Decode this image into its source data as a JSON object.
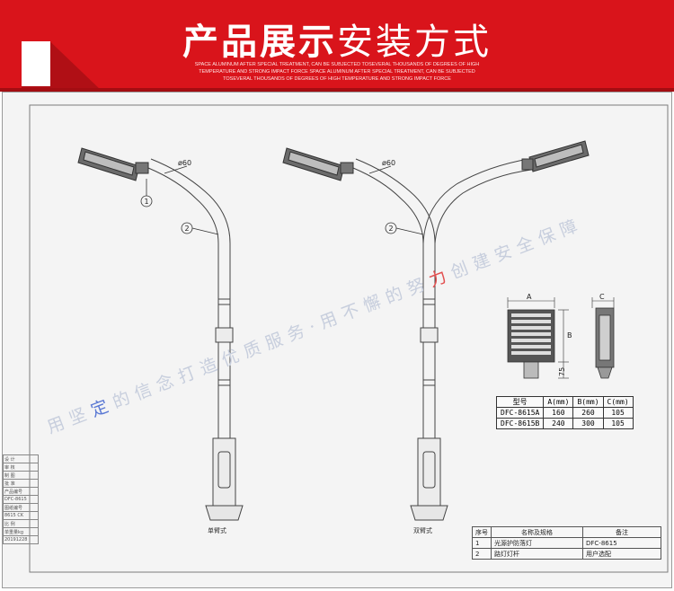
{
  "banner": {
    "title_bold": "产品展示",
    "title_light": "安装方式",
    "subtitle_lines": [
      "SPACE ALUMINUM AFTER SPECIAL TREATMENT, CAN BE SUBJECTED TOSEVERAL THOUSANDS OF DEGREES OF HIGH",
      "TEMPERATURE AND STRONG IMPACT FORCE SPACE ALUMINUM AFTER SPECIAL TREATMENT, CAN BE SUBJECTED",
      "TOSEVERAL THOUSANDS OF DEGREES OF HIGH TEMPERATURE AND STRONG IMPACT FORCE"
    ],
    "color": "#d9141b"
  },
  "drawing": {
    "left_pole": {
      "diameter": "ø60",
      "callouts": [
        "1",
        "2"
      ],
      "caption": "单臂式"
    },
    "right_pole": {
      "diameter": "ø60",
      "callouts": [
        "2"
      ],
      "caption": "双臂式"
    },
    "dims": {
      "a": "A",
      "b": "B",
      "c": "C",
      "h": "75"
    }
  },
  "watermark": {
    "p1": "用坚",
    "hl1": "定",
    "p2": "的信念打造优质服务·用不懈的努",
    "hl2": "力",
    "p3": "创建安全保障"
  },
  "spec_table": {
    "headers": [
      "型号",
      "A(mm)",
      "B(mm)",
      "C(mm)"
    ],
    "rows": [
      [
        "DFC-8615A",
        "160",
        "260",
        "105"
      ],
      [
        "DFC-8615B",
        "240",
        "300",
        "105"
      ]
    ]
  },
  "title_block": {
    "rows": [
      "设 计",
      "审 核",
      "制 图",
      "批 准",
      "产品编号",
      "DFC-8615",
      "图纸编号",
      "8615 CK",
      "比 例",
      "单重量kg",
      "20191228"
    ]
  },
  "parts_table": {
    "headers": [
      "序号",
      "名称及规格",
      "备注"
    ],
    "rows": [
      [
        "1",
        "光源护防落灯",
        "DFC-8615"
      ],
      [
        "2",
        "路灯灯杆",
        "用户选配"
      ]
    ]
  }
}
